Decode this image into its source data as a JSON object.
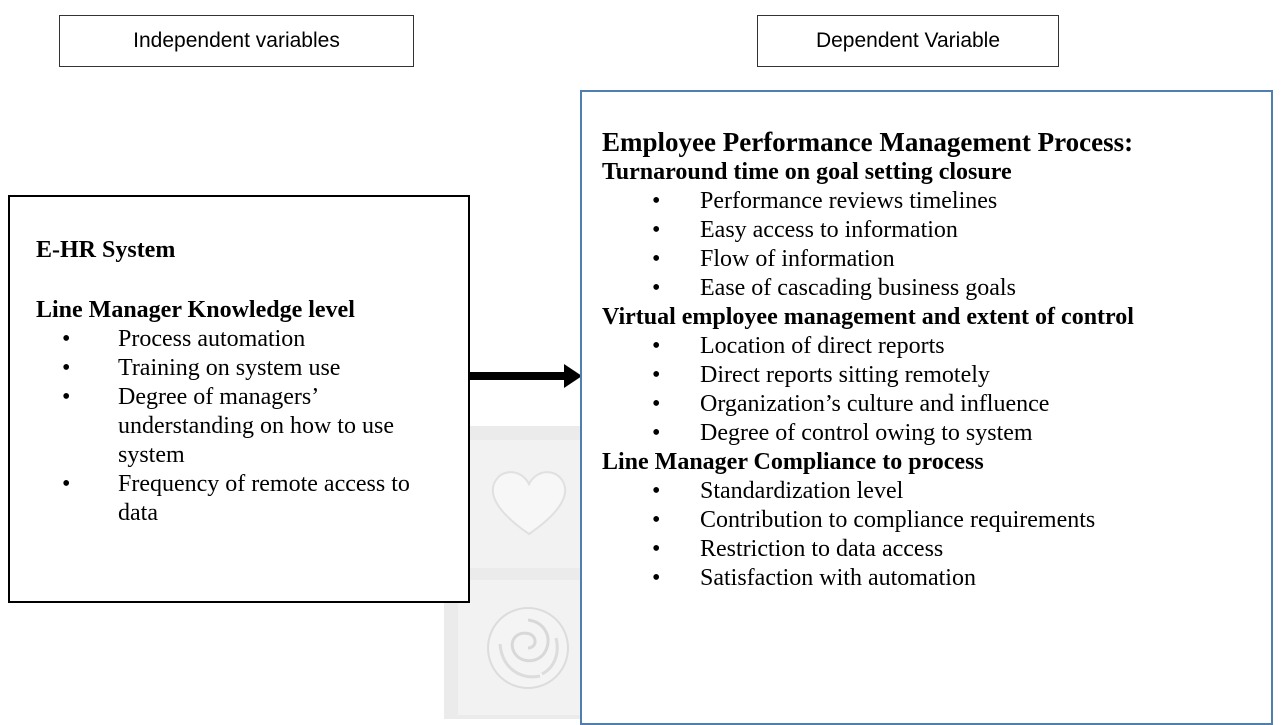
{
  "labels": {
    "independent": "Independent variables",
    "dependent": "Dependent Variable"
  },
  "independent_box": {
    "title": "E-HR System",
    "subtitle": "Line Manager Knowledge level",
    "items": [
      "Process automation",
      "Training on system use",
      "Degree of managers’ understanding on how to use system",
      "Frequency of remote access to data"
    ]
  },
  "dependent_box": {
    "title": "Employee Performance Management Process:",
    "sections": [
      {
        "heading": "Turnaround time on goal setting closure",
        "items": [
          "Performance reviews timelines",
          "Easy access to information",
          "Flow of information",
          "Ease of cascading business goals"
        ]
      },
      {
        "heading": "Virtual employee management and extent of control",
        "items": [
          "Location of direct reports",
          "Direct reports sitting remotely",
          "Organization’s culture and influence",
          "Degree of control owing to system"
        ]
      },
      {
        "heading": "Line Manager Compliance to process",
        "items": [
          "Standardization level",
          "Contribution to compliance requirements",
          "Restriction to data access",
          "Satisfaction with automation"
        ]
      }
    ]
  },
  "colors": {
    "right_border": "#4f7fae",
    "arrow": "#000000"
  }
}
